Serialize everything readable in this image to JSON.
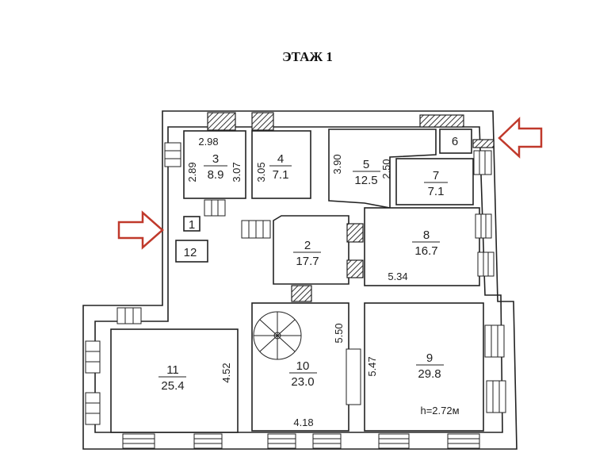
{
  "title": "ЭТАЖ 1",
  "rooms": [
    {
      "number": "1",
      "area": ""
    },
    {
      "number": "2",
      "area": "17.7"
    },
    {
      "number": "3",
      "area": "8.9"
    },
    {
      "number": "4",
      "area": "7.1"
    },
    {
      "number": "5",
      "area": "12.5"
    },
    {
      "number": "6",
      "area": ""
    },
    {
      "number": "7",
      "area": "7.1"
    },
    {
      "number": "8",
      "area": "16.7"
    },
    {
      "number": "9",
      "area": "29.8"
    },
    {
      "number": "10",
      "area": "23.0"
    },
    {
      "number": "11",
      "area": "25.4"
    },
    {
      "number": "12",
      "area": ""
    }
  ],
  "dimensions": {
    "r3_top": "2.98",
    "r3_left": "2.89",
    "r3_right": "3.07",
    "r4_left": "3.05",
    "r5_left": "3.90",
    "r7_left": "2.50",
    "r8_bottom": "5.34",
    "r9_left": "5.47",
    "r10_right": "5.50",
    "r10_bottom": "4.18",
    "r11_right": "4.52"
  },
  "ceiling_height": "h=2.72м",
  "colors": {
    "arrow": "#c0392b",
    "walls": "#222222"
  }
}
